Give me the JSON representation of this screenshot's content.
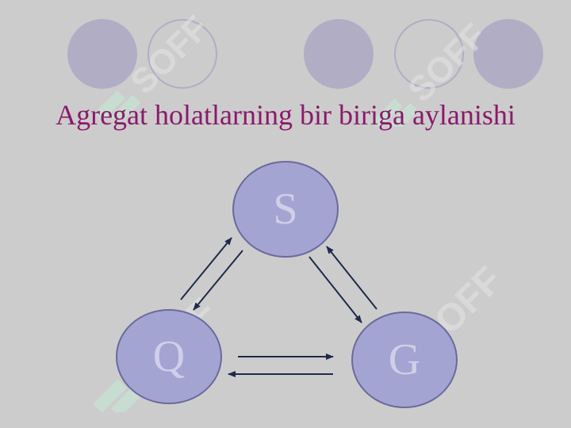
{
  "slide": {
    "title": "Agregat holatlarning bir biriga aylanishi",
    "background": "#cccccc",
    "title_color": "#8b1a6b"
  },
  "diagram": {
    "nodes": [
      {
        "id": "S",
        "label": "S"
      },
      {
        "id": "Q",
        "label": "Q"
      },
      {
        "id": "G",
        "label": "G"
      }
    ],
    "edges": [
      {
        "from": "Q",
        "to": "S"
      },
      {
        "from": "S",
        "to": "Q"
      },
      {
        "from": "S",
        "to": "G"
      },
      {
        "from": "G",
        "to": "S"
      },
      {
        "from": "Q",
        "to": "G"
      },
      {
        "from": "G",
        "to": "Q"
      }
    ],
    "node_fill": "#a4a4d2",
    "arrow_color": "#1e2a4a"
  },
  "watermark": {
    "text": "SOFF",
    "color": "#c6ecd6"
  }
}
